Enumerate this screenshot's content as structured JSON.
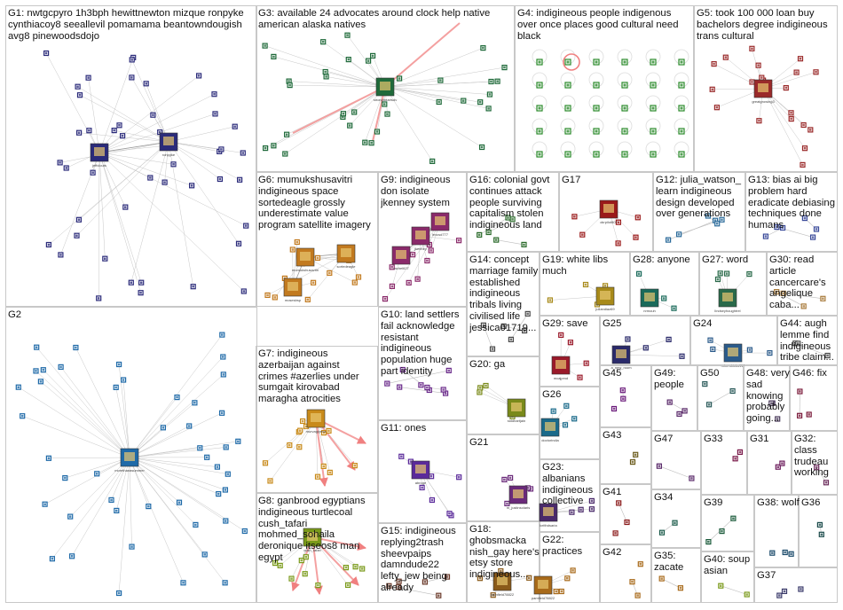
{
  "groups": [
    {
      "id": "G1",
      "label": "G1: nwtgcpyro 1h3bph hewittnewton mizque ronpyke cynthiacoy8 seeallevil pomamama beantowndougish avg8 pinewoodsdojo",
      "hubs": [
        "jeffclouts",
        "ronpyke"
      ],
      "color": "#2b2b7a"
    },
    {
      "id": "G2",
      "label": "G2",
      "hubs": [
        "morethanasummer"
      ],
      "color": "#1f6aa8"
    },
    {
      "id": "G3",
      "label": "G3: available 24 advocates around clock help native american alaska natives",
      "hubs": [
        "strongheartsdv"
      ],
      "color": "#1f6a3a"
    },
    {
      "id": "G4",
      "label": "G4: indigineous people indigenous over once places good cultural need black",
      "hubs": [],
      "color": "#2a8a2a"
    },
    {
      "id": "G5",
      "label": "G5: took 100 000 loan buy bachelors degree indigineous trans cultural",
      "hubs": [
        "greatgrowing3"
      ],
      "color": "#9a2a2a"
    },
    {
      "id": "G6",
      "label": "G6: mumukshusavitri indigineous space sortedeagle grossly underestimate value program satellite imagery",
      "hubs": [
        "mumukshusavitri",
        "sortedeagle",
        "mosesbsp"
      ],
      "color": "#c27a1f"
    },
    {
      "id": "G7",
      "label": "G7: indigineous azerbaijan against crimes #azerlies under sumgait kirovabad maragha atrocities",
      "hubs": [
        "murvagiyeva"
      ],
      "color": "#c88a1a"
    },
    {
      "id": "G8",
      "label": "G8: ganbrood egyptians indigineous turtlecoal cush_tafari mohmed_sohaila deronique itseos8 man egypt",
      "hubs": [
        "cush_tafari"
      ],
      "color": "#7a9a1a"
    },
    {
      "id": "G9",
      "label": "G9: indigineous don isolate jkenney system",
      "hubs": [
        "lexcsd777",
        "jkenney",
        "rachel627"
      ],
      "color": "#8a2a6a"
    },
    {
      "id": "G10",
      "label": "G10: land settlers fail acknowledge resistant indigineous population huge part identity",
      "hubs": [],
      "color": "#6a2a8a"
    },
    {
      "id": "G11",
      "label": "G11: ones",
      "hubs": [
        "abroge"
      ],
      "color": "#5a2a9a"
    },
    {
      "id": "G12",
      "label": "G12: julia_watson_ learn indigineous design developed over generations",
      "hubs": [],
      "color": "#2a6a9a"
    },
    {
      "id": "G13",
      "label": "G13: bias ai big problem hard eradicate debiasing techniques done humans",
      "hubs": [],
      "color": "#3a4a9a"
    },
    {
      "id": "G14",
      "label": "G14: concept marriage family established indigineous tribals living civilised life jessica01719...",
      "hubs": [],
      "color": "#4a4a4a"
    },
    {
      "id": "G15",
      "label": "G15: indigineous replying2trash sheevpaips damndude22 lefty_jew being already",
      "hubs": [],
      "color": "#6a3a2a"
    },
    {
      "id": "G16",
      "label": "G16: colonial govt continues attack people surviving capitalism stolen indigineous land",
      "hubs": [],
      "color": "#2a6a2a"
    },
    {
      "id": "G17",
      "label": "G17",
      "hubs": [
        "okrpilot807"
      ],
      "color": "#9a1a1a"
    },
    {
      "id": "G18",
      "label": "G18: ghobsmacka nish_gay here's etsy store indigineous...",
      "hubs": [
        "pamfield78822"
      ],
      "color": "#8a5a1a"
    },
    {
      "id": "G19",
      "label": "G19: white libs much",
      "hubs": [
        "juliandiaz69"
      ],
      "color": "#a88a1a"
    },
    {
      "id": "G20",
      "label": "G20: ga",
      "hubs": [
        "siddhartjain"
      ],
      "color": "#7a8a1a"
    },
    {
      "id": "G21",
      "label": "G21",
      "hubs": [
        "m_justinsolaris"
      ],
      "color": "#6a2a7a"
    },
    {
      "id": "G22",
      "label": "G22: practices",
      "hubs": [
        "pamfield78822"
      ],
      "color": "#a86a1a"
    },
    {
      "id": "G23",
      "label": "G23: albanians indigineous collective",
      "hubs": [
        "kelthdsaria"
      ],
      "color": "#4a2a6a"
    },
    {
      "id": "G24",
      "label": "G24",
      "hubs": [
        "mhendricks114"
      ],
      "color": "#2a5a8a"
    },
    {
      "id": "G25",
      "label": "G25",
      "hubs": [
        "a_new_room"
      ],
      "color": "#2a2a6a"
    },
    {
      "id": "G26",
      "label": "G26",
      "hubs": [
        "doctorindia"
      ],
      "color": "#1a6a8a"
    },
    {
      "id": "G27",
      "label": "G27: word",
      "hubs": [
        "lindseyhoughtrel"
      ],
      "color": "#2a6a4a"
    },
    {
      "id": "G28",
      "label": "G28: anyone",
      "hubs": [
        "nrmouh"
      ],
      "color": "#1a6a5a"
    },
    {
      "id": "G29",
      "label": "G29: save",
      "hubs": [
        "mcajpmd"
      ],
      "color": "#9a1a2a"
    },
    {
      "id": "G30",
      "label": "G30: read article cancercare's angelique caba...",
      "hubs": [],
      "color": "#a87a3a"
    },
    {
      "id": "G31",
      "label": "G31",
      "hubs": [],
      "color": "#6a1a5a"
    },
    {
      "id": "G32",
      "label": "G32: class trudeau working",
      "hubs": [],
      "color": "#6a2a5a"
    },
    {
      "id": "G33",
      "label": "G33",
      "hubs": [],
      "color": "#7a1a4a"
    },
    {
      "id": "G34",
      "label": "G34",
      "hubs": [],
      "color": "#1a5a4a"
    },
    {
      "id": "G35",
      "label": "G35: zacate",
      "hubs": [],
      "color": "#a86a1a"
    },
    {
      "id": "G36",
      "label": "G36",
      "hubs": [],
      "color": "#1a4a4a"
    },
    {
      "id": "G37",
      "label": "G37",
      "hubs": [],
      "color": "#3a3a6a"
    },
    {
      "id": "G38",
      "label": "G38: wolf",
      "hubs": [],
      "color": "#1a4a6a"
    },
    {
      "id": "G39",
      "label": "G39",
      "hubs": [],
      "color": "#1a5a3a"
    },
    {
      "id": "G40",
      "label": "G40: soup asian",
      "hubs": [],
      "color": "#7a9a1a"
    },
    {
      "id": "G41",
      "label": "G41",
      "hubs": [],
      "color": "#8a1a1a"
    },
    {
      "id": "G42",
      "label": "G42",
      "hubs": [],
      "color": "#a86a1a"
    },
    {
      "id": "G43",
      "label": "G43",
      "hubs": [],
      "color": "#6a5a1a"
    },
    {
      "id": "G44",
      "label": "G44: augh lemme find indigineous tribe claim...",
      "hubs": [],
      "color": "#4a4a4a"
    },
    {
      "id": "G45",
      "label": "G45",
      "hubs": [],
      "color": "#6a1a7a"
    },
    {
      "id": "G46",
      "label": "G46: fix",
      "hubs": [],
      "color": "#7a1a3a"
    },
    {
      "id": "G47",
      "label": "G47",
      "hubs": [],
      "color": "#5a2a6a"
    },
    {
      "id": "G48",
      "label": "G48: very sad knowing probably going...",
      "hubs": [],
      "color": "#4a3a5a"
    },
    {
      "id": "G49",
      "label": "G49: people",
      "hubs": [],
      "color": "#5a2a6a"
    },
    {
      "id": "G50",
      "label": "G50",
      "hubs": [],
      "color": "#2a5a5a"
    }
  ]
}
